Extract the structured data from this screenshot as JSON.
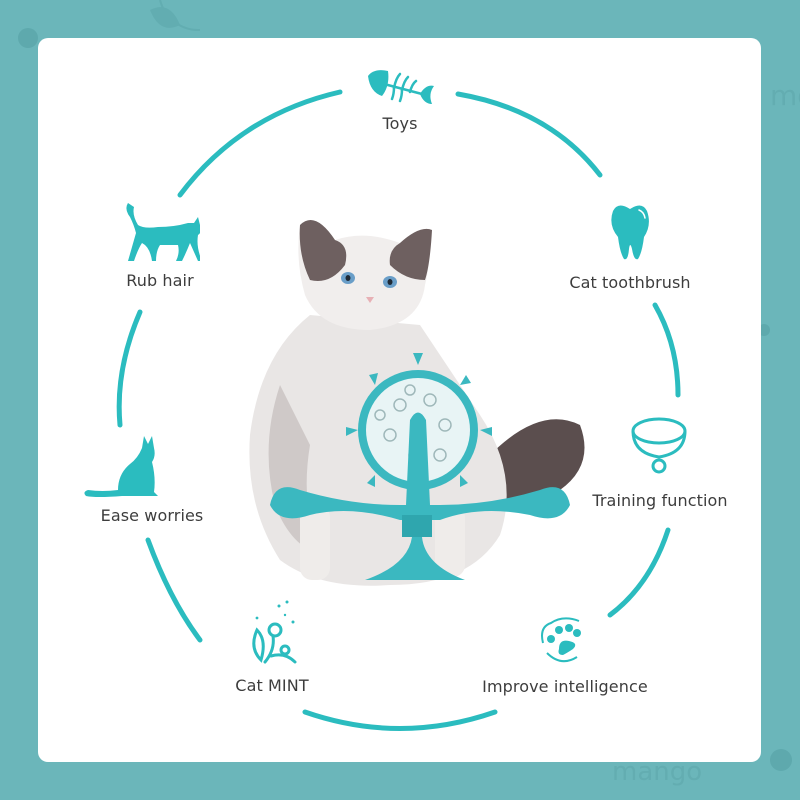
{
  "colors": {
    "background": "#6bb6ba",
    "card": "#ffffff",
    "accent": "#2bbcbf",
    "text": "#3d3d3d"
  },
  "hero": {
    "subject": "ragdoll-cat-with-windmill-treat-toy",
    "toy_color": "#3bb8c0"
  },
  "features": [
    {
      "id": "toys",
      "label": "Toys",
      "icon": "fishbone-icon"
    },
    {
      "id": "cat-toothbrush",
      "label": "Cat toothbrush",
      "icon": "tooth-icon"
    },
    {
      "id": "training-function",
      "label": "Training function",
      "icon": "collar-icon"
    },
    {
      "id": "improve-intelligence",
      "label": "Improve intelligence",
      "icon": "paw-icon"
    },
    {
      "id": "cat-mint",
      "label": "Cat MINT",
      "icon": "catnip-leaf-icon"
    },
    {
      "id": "ease-worries",
      "label": "Ease worries",
      "icon": "sitting-cat-icon"
    },
    {
      "id": "rub-hair",
      "label": "Rub hair",
      "icon": "walking-cat-icon"
    }
  ]
}
